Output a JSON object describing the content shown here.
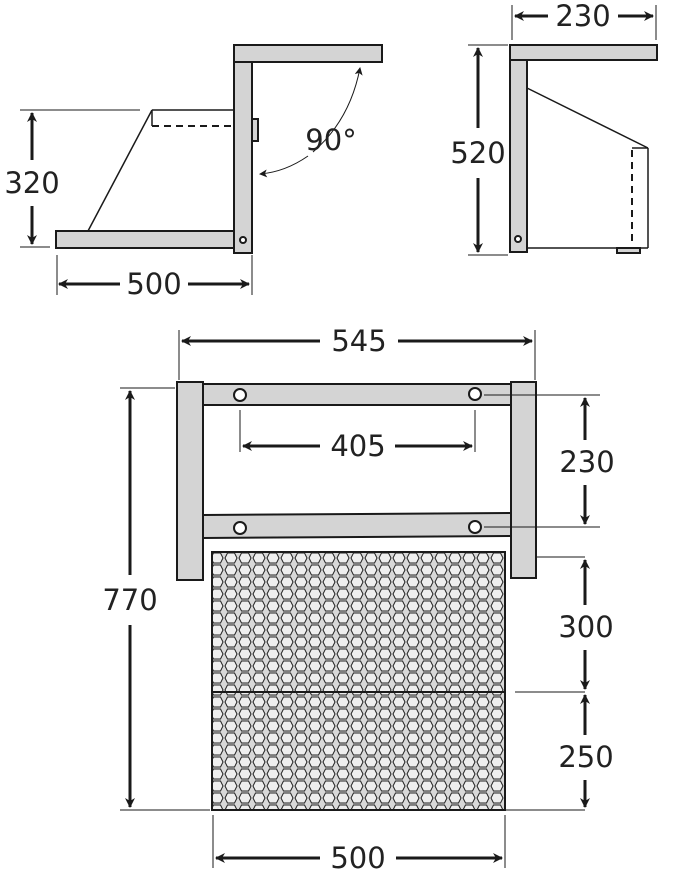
{
  "side_view_folded": {
    "height_label": "320",
    "depth_label": "500",
    "angle_label": "90°"
  },
  "side_view_open": {
    "depth_label": "230",
    "height_label": "520"
  },
  "top_view": {
    "overall_width_label": "545",
    "hole_spacing_label": "405",
    "bracket_spacing_label": "230",
    "overall_length_label": "770",
    "mesh_front_label": "300",
    "mesh_rear_label": "250",
    "mesh_width_label": "500"
  },
  "colors": {
    "metal": "#d4d4d4",
    "line": "#1a1a1a"
  }
}
